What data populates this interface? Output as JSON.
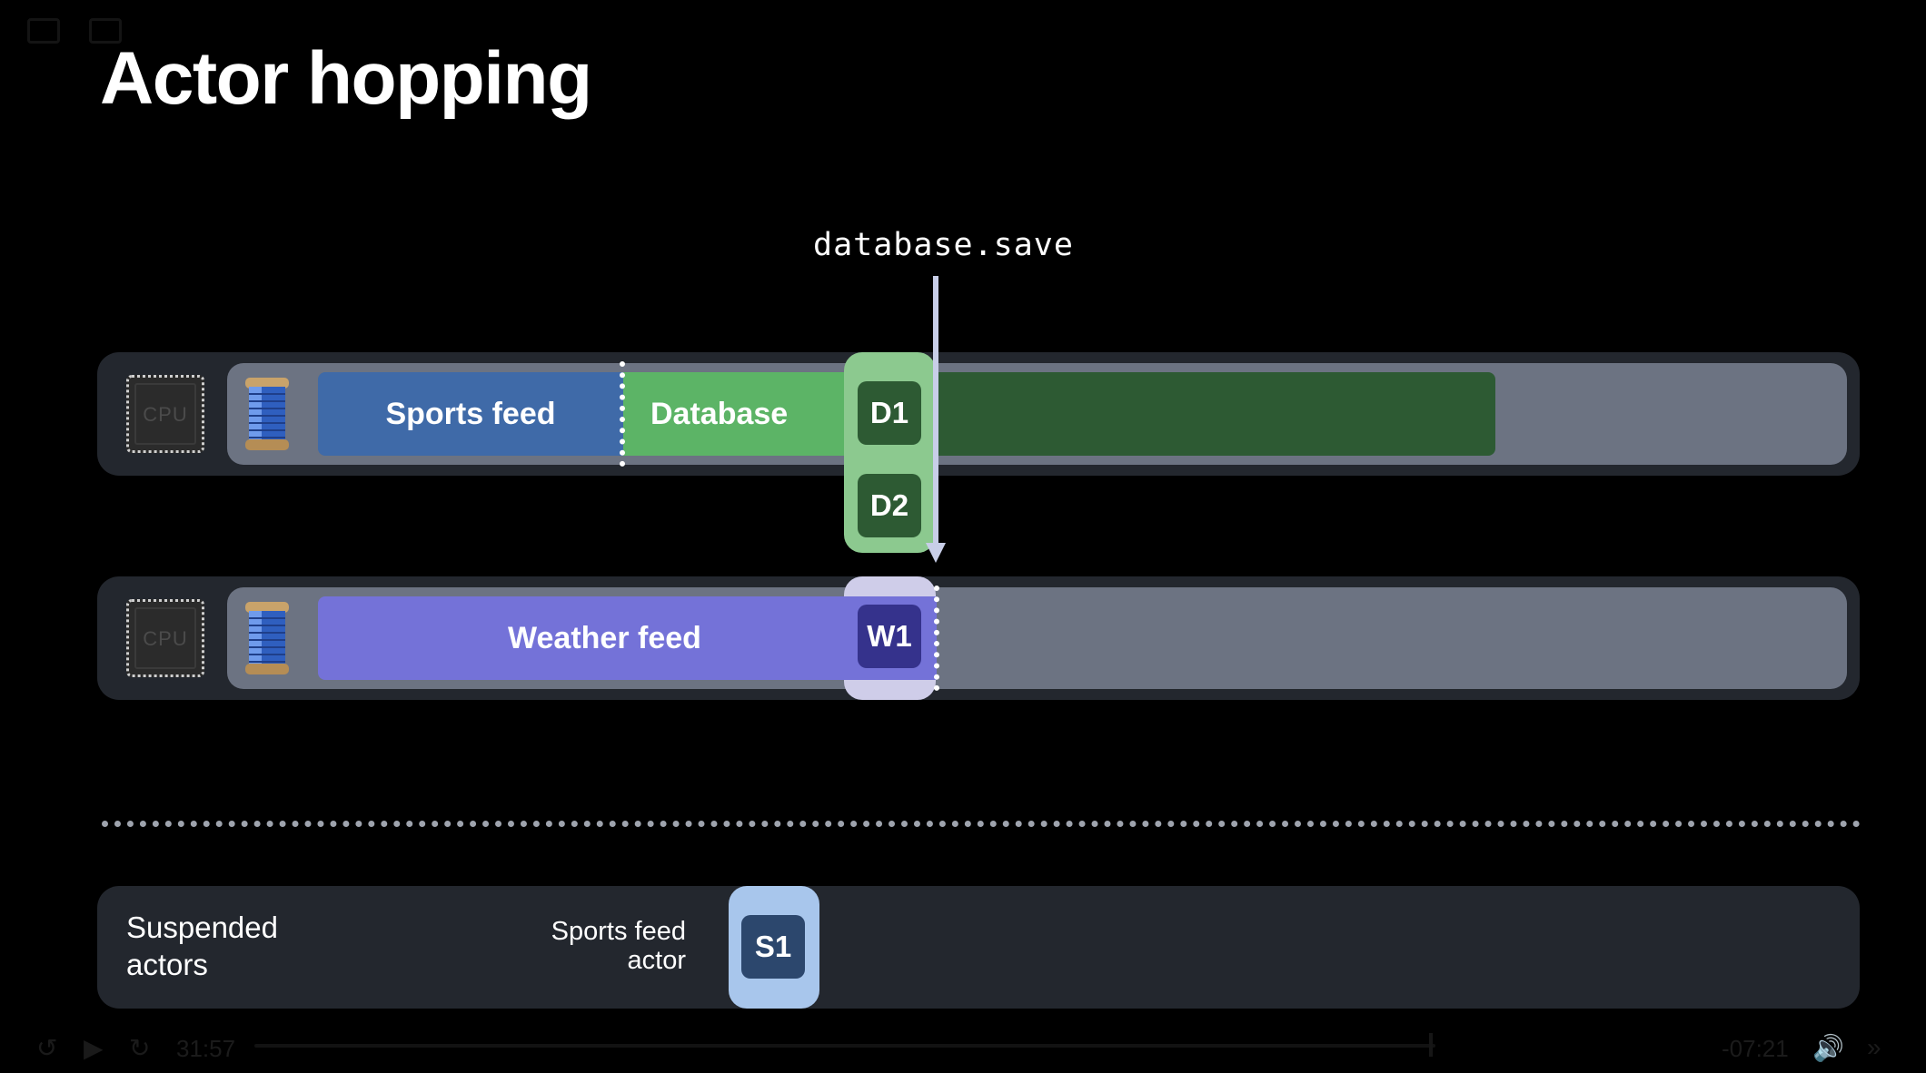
{
  "slide": {
    "title": "Actor hopping"
  },
  "call": {
    "label": "database.save"
  },
  "row1": {
    "cpu_label": "CPU",
    "segments": [
      {
        "label": "Sports feed",
        "color": "#3f6aa8"
      },
      {
        "label": "Database",
        "color": "#5cb466"
      },
      {
        "label": "",
        "color": "#2d5a33"
      }
    ],
    "badges": [
      "D1",
      "D2"
    ]
  },
  "row2": {
    "cpu_label": "CPU",
    "segments": [
      {
        "label": "Weather feed",
        "color": "#7472d8"
      }
    ],
    "badges": [
      "W1"
    ]
  },
  "suspended": {
    "label": "Suspended\nactors",
    "actor_label": "Sports feed\nactor",
    "badges": [
      "S1"
    ]
  },
  "player": {
    "elapsed": "31:57",
    "remaining": "-07:21"
  },
  "colors": {
    "background": "#000000",
    "row_frame": "#23272e",
    "track": "#6c7382",
    "database_hop": "#8cc98f",
    "weather_hop": "#cfcde9",
    "suspended_hop": "#a8c6ec"
  }
}
